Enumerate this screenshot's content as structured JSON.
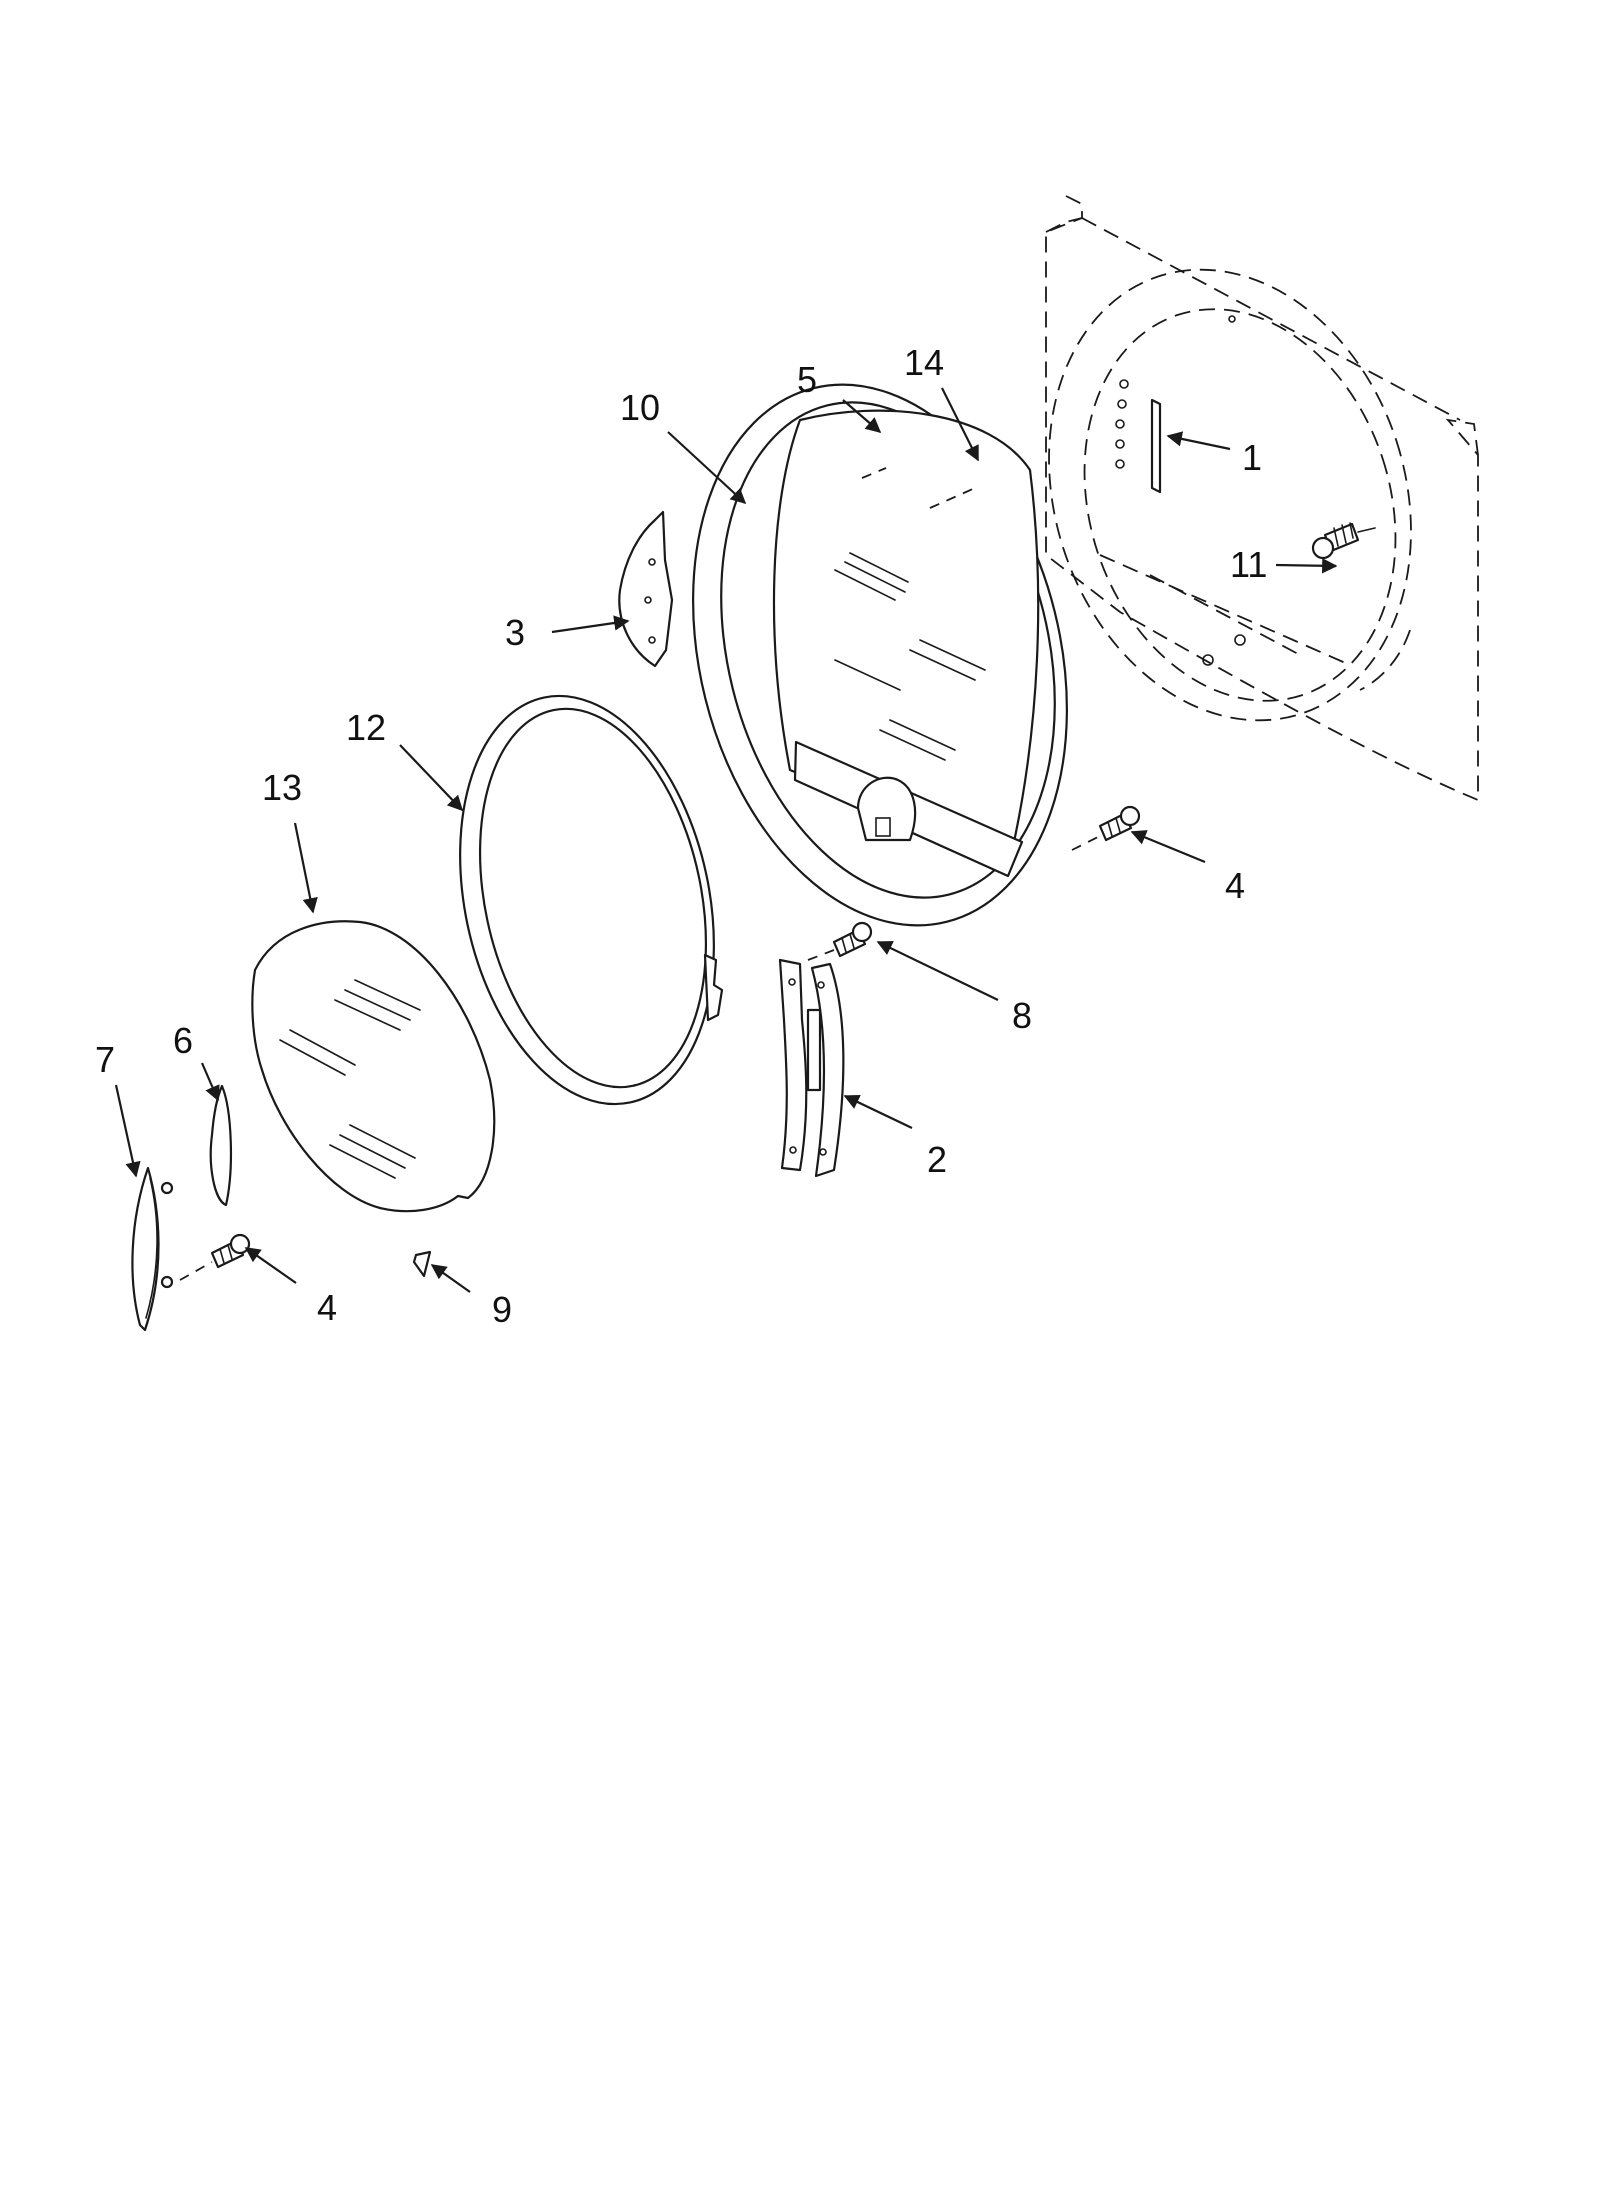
{
  "callouts": {
    "c1": "1",
    "c2": "2",
    "c3": "3",
    "c4a": "4",
    "c4b": "4",
    "c5": "5",
    "c6": "6",
    "c7": "7",
    "c8": "8",
    "c9": "9",
    "c10": "10",
    "c11": "11",
    "c12": "12",
    "c13": "13",
    "c14": "14"
  },
  "colors": {
    "line": "#1a1a1a",
    "background": "#ffffff"
  }
}
